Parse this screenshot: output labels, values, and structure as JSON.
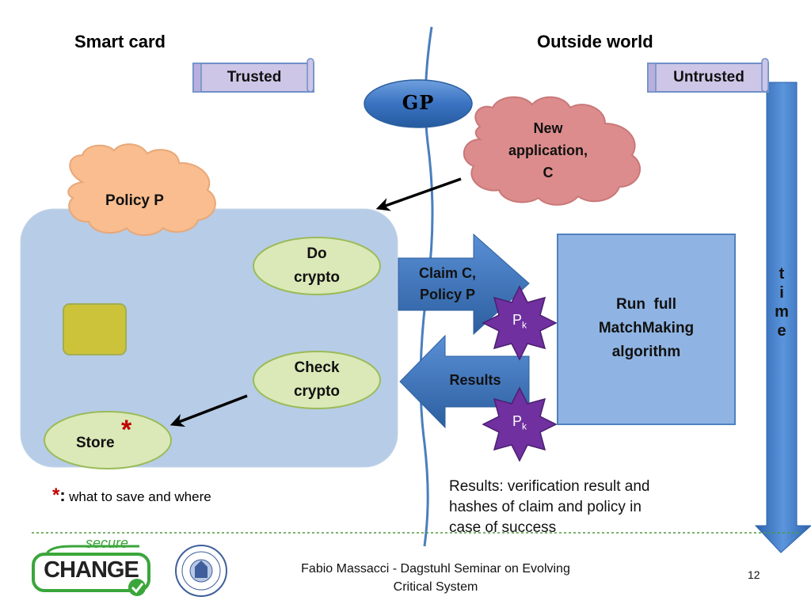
{
  "headers": {
    "smart_card": "Smart card",
    "outside_world": "Outside world"
  },
  "labels": {
    "trusted": "Trusted",
    "untrusted": "Untrusted",
    "gp": "GP"
  },
  "clouds": {
    "policy": "Policy P",
    "new_app": [
      "New",
      "application,",
      "C"
    ]
  },
  "card": {
    "do_crypto": [
      "Do",
      "crypto"
    ],
    "check_crypto": [
      "Check",
      "crypto"
    ],
    "store": "Store",
    "store_asterisk": "*"
  },
  "arrows": {
    "claim": [
      "Claim C,",
      "Policy P"
    ],
    "results": "Results"
  },
  "stars": {
    "pk_main": "P",
    "pk_sub": "k"
  },
  "matchmaking": [
    "Run  full",
    "MatchMaking",
    "algorithm"
  ],
  "time_letters": [
    "t",
    "i",
    "m",
    "e"
  ],
  "footnote": {
    "asterisk": "*",
    "colon": ":",
    "text": "what  to save and where"
  },
  "results_note": [
    "Results: verification result and",
    "hashes of claim and policy in",
    "case of success"
  ],
  "footer": {
    "logo_top": "secure",
    "logo_main": "CHANGE",
    "citation": [
      "Fabio Massacci - Dagstuhl Seminar on Evolving",
      "Critical System"
    ],
    "page_number": "12"
  },
  "colors": {
    "card": "#b7cce6",
    "ellipse": "#dbe9b8",
    "chip": "#cdc33a",
    "cloud_orange": "#f9bd8f",
    "cloud_pink": "#dc8c8c",
    "box": "#8fb4e3",
    "arrow_blue": "#3f78c0",
    "star": "#7030a0",
    "scroll": "#cdc6e6",
    "asterisk": "#c00000",
    "logo_green": "#3aa63a"
  }
}
